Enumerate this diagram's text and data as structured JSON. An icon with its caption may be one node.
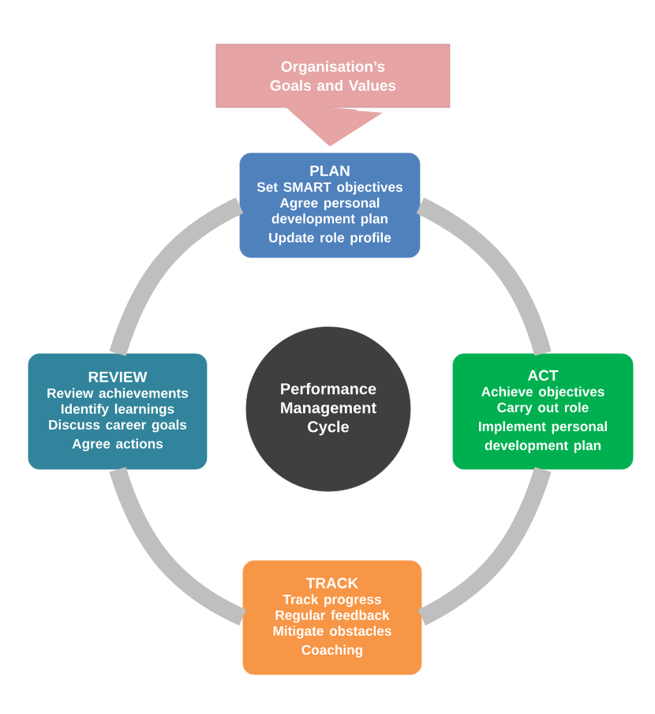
{
  "diagram": {
    "nodes": [
      {
        "text": [
          "Organisation’s Goals and Values"
        ]
      },
      {
        "text": [
          "PLAN",
          "Set SMART objectives",
          "Agree personal development plan",
          "Update role profile"
        ]
      },
      {
        "text": [
          "REVIEW",
          "Review achievements",
          "Identify learnings",
          "Discuss career goals",
          "Agree actions"
        ]
      },
      {
        "text": [
          "Performance Management Cycle"
        ]
      },
      {
        "text": [
          "ACT",
          "Achieve objectives",
          "Carry out role",
          "Implement personal development plan"
        ]
      },
      {
        "text": [
          "TRACK",
          "Track progress",
          "Regular feedback",
          "Mitigate obstacles",
          "Coaching"
        ]
      }
    ],
    "edges": [
      {
        "from": 0,
        "to": 1,
        "arrow": "to",
        "style": "thick",
        "color": "#e6a4a4"
      },
      {
        "from": 1,
        "to": 4,
        "arrow": "none"
      },
      {
        "from": 4,
        "to": 5,
        "arrow": "none"
      },
      {
        "from": 5,
        "to": 2,
        "arrow": "none"
      },
      {
        "from": 2,
        "to": 1,
        "arrow": "none"
      }
    ]
  }
}
